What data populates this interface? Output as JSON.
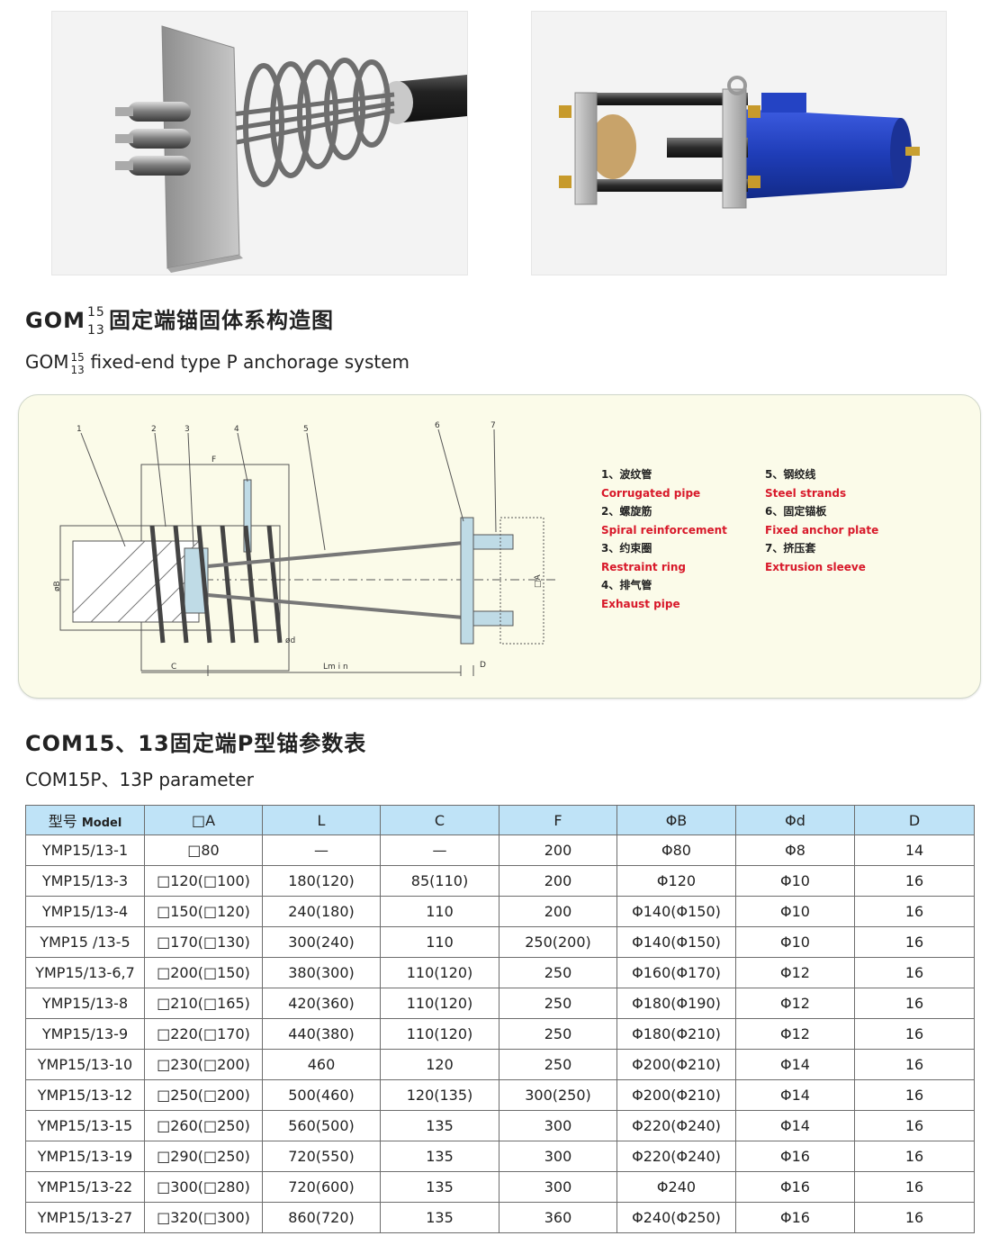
{
  "heading1": {
    "prefix": "GOM",
    "sup": "15",
    "sub": "13",
    "title_cn": "固定端锚固体系构造图",
    "title_en": "fixed-end type P anchorage system"
  },
  "legend": [
    {
      "cn": "1、波纹管",
      "en": "Corrugated pipe"
    },
    {
      "cn": "2、螺旋筋",
      "en": "Spiral reinforcement"
    },
    {
      "cn": "3、约束圈",
      "en": "Restraint ring"
    },
    {
      "cn": "4、排气管",
      "en": "Exhaust pipe"
    },
    {
      "cn": "5、钢绞线",
      "en": "Steel strands"
    },
    {
      "cn": "6、固定锚板",
      "en": "Fixed anchor plate"
    },
    {
      "cn": "7、挤压套",
      "en": "Extrusion sleeve"
    }
  ],
  "diagram_labels": {
    "numbers": [
      "1",
      "2",
      "3",
      "4",
      "5",
      "6",
      "7"
    ],
    "F": "F",
    "C": "C",
    "Lmin": "Lm i n",
    "D": "D",
    "phiB": "øB",
    "phid": "ød",
    "boxA": "□A"
  },
  "heading2": {
    "title_cn": "COM15、13固定端P型锚参数表",
    "title_en": "COM15P、13P parameter"
  },
  "table": {
    "header_model_cn": "型号",
    "header_model_en": "Model",
    "headers": [
      "□A",
      "L",
      "C",
      "F",
      "ΦB",
      "Φd",
      "D"
    ],
    "rows": [
      [
        "YMP15/13-1",
        "□80",
        "—",
        "—",
        "200",
        "Φ80",
        "Φ8",
        "14"
      ],
      [
        "YMP15/13-3",
        "□120(□100)",
        "180(120)",
        "85(110)",
        "200",
        "Φ120",
        "Φ10",
        "16"
      ],
      [
        "YMP15/13-4",
        "□150(□120)",
        "240(180)",
        "110",
        "200",
        "Φ140(Φ150)",
        "Φ10",
        "16"
      ],
      [
        "YMP15 /13-5",
        "□170(□130)",
        "300(240)",
        "110",
        "250(200)",
        "Φ140(Φ150)",
        "Φ10",
        "16"
      ],
      [
        "YMP15/13-6,7",
        "□200(□150)",
        "380(300)",
        "110(120)",
        "250",
        "Φ160(Φ170)",
        "Φ12",
        "16"
      ],
      [
        "YMP15/13-8",
        "□210(□165)",
        "420(360)",
        "110(120)",
        "250",
        "Φ180(Φ190)",
        "Φ12",
        "16"
      ],
      [
        "YMP15/13-9",
        "□220(□170)",
        "440(380)",
        "110(120)",
        "250",
        "Φ180(Φ210)",
        "Φ12",
        "16"
      ],
      [
        "YMP15/13-10",
        "□230(□200)",
        "460",
        "120",
        "250",
        "Φ200(Φ210)",
        "Φ14",
        "16"
      ],
      [
        "YMP15/13-12",
        "□250(□200)",
        "500(460)",
        "120(135)",
        "300(250)",
        "Φ200(Φ210)",
        "Φ14",
        "16"
      ],
      [
        "YMP15/13-15",
        "□260(□250)",
        "560(500)",
        "135",
        "300",
        "Φ220(Φ240)",
        "Φ14",
        "16"
      ],
      [
        "YMP15/13-19",
        "□290(□250)",
        "720(550)",
        "135",
        "300",
        "Φ220(Φ240)",
        "Φ16",
        "16"
      ],
      [
        "YMP15/13-22",
        "□300(□280)",
        "720(600)",
        "135",
        "300",
        "Φ240",
        "Φ16",
        "16"
      ],
      [
        "YMP15/13-27",
        "□320(□300)",
        "860(720)",
        "135",
        "360",
        "Φ240(Φ250)",
        "Φ16",
        "16"
      ]
    ]
  },
  "colors": {
    "header_bg": "#bfe3f7",
    "legend_en": "#d8192a",
    "panel_bg": "#fbfbe9",
    "jack_blue": "#1f3db8"
  }
}
